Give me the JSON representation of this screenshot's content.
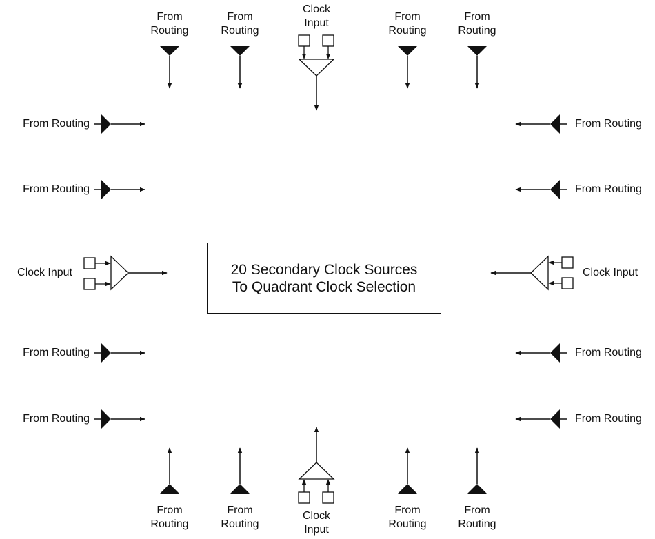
{
  "labels": {
    "from_routing_stacked": [
      "From",
      "Routing"
    ],
    "from_routing": "From Routing",
    "clock_input_stacked": [
      "Clock",
      "Input"
    ],
    "clock_input": "Clock Input"
  },
  "center_box": {
    "line1": "20 Secondary Clock Sources",
    "line2": "To Quadrant Clock Selection"
  },
  "colors": {
    "stroke": "#111111",
    "background": "#ffffff"
  }
}
